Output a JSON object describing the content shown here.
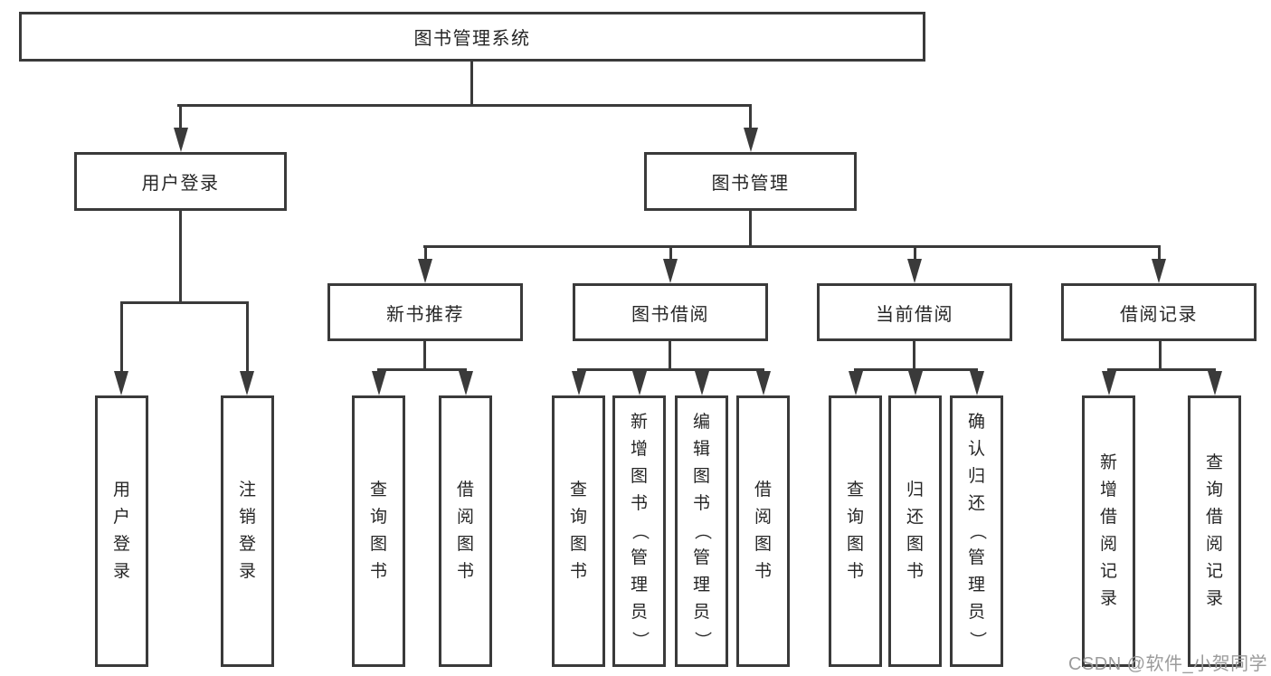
{
  "diagram": {
    "root": {
      "label": "图书管理系统"
    },
    "branches": [
      {
        "label": "用户登录",
        "leaves": [
          {
            "label": "用户登录"
          },
          {
            "label": "注销登录"
          }
        ]
      },
      {
        "label": "图书管理",
        "groups": [
          {
            "label": "新书推荐",
            "leaves": [
              {
                "label": "查询图书"
              },
              {
                "label": "借阅图书"
              }
            ]
          },
          {
            "label": "图书借阅",
            "leaves": [
              {
                "label": "查询图书"
              },
              {
                "label": "新增图书（管理员）"
              },
              {
                "label": "编辑图书（管理员）"
              },
              {
                "label": "借阅图书"
              }
            ]
          },
          {
            "label": "当前借阅",
            "leaves": [
              {
                "label": "查询图书"
              },
              {
                "label": "归还图书"
              },
              {
                "label": "确认归还（管理员）"
              }
            ]
          },
          {
            "label": "借阅记录",
            "leaves": [
              {
                "label": "新增借阅记录"
              },
              {
                "label": "查询借阅记录"
              }
            ]
          }
        ]
      }
    ]
  },
  "watermark": {
    "text": "CSDN @软件_小贺同学"
  },
  "colors": {
    "line": "#3a3a3a",
    "text": "#262626",
    "background": "#ffffff",
    "watermark": "#9b9b9b"
  }
}
